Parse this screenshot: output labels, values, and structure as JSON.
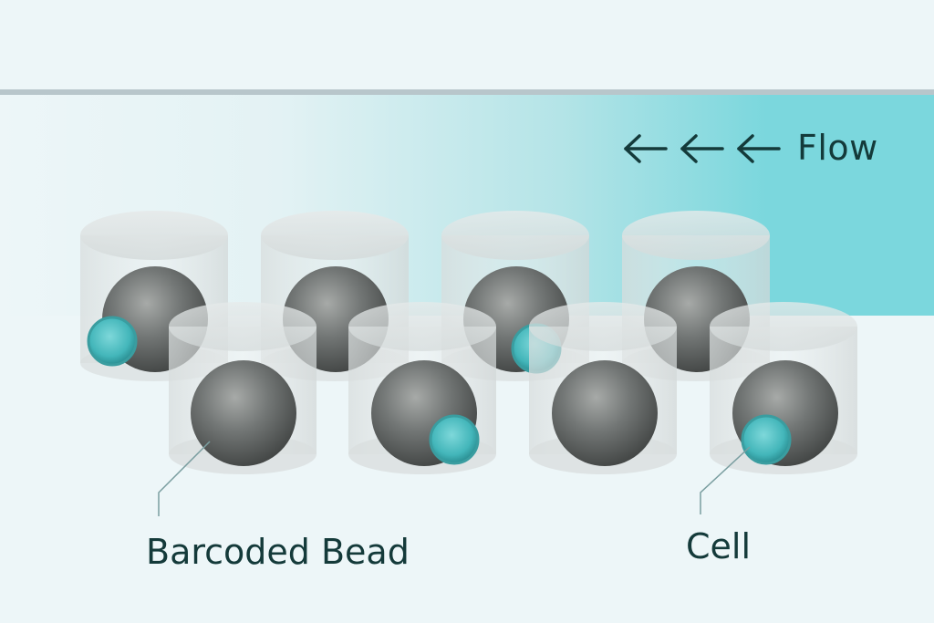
{
  "flow": {
    "label": "Flow"
  },
  "labels": {
    "barcoded_bead": "Barcoded Bead",
    "cell": "Cell"
  },
  "wells": [
    {
      "row": "back",
      "has_cell": true
    },
    {
      "row": "back",
      "has_cell": false
    },
    {
      "row": "back",
      "has_cell": true
    },
    {
      "row": "back",
      "has_cell": false
    },
    {
      "row": "front",
      "has_cell": false
    },
    {
      "row": "front",
      "has_cell": true
    },
    {
      "row": "front",
      "has_cell": false
    },
    {
      "row": "front",
      "has_cell": true
    }
  ],
  "colors": {
    "background": "#edf6f8",
    "flow_teal": "#7bd7dd",
    "bead_gray": "#6a6e6d",
    "cell_teal": "#45b9bd",
    "text": "#143a3a",
    "channel_line": "#b8c6cb"
  }
}
